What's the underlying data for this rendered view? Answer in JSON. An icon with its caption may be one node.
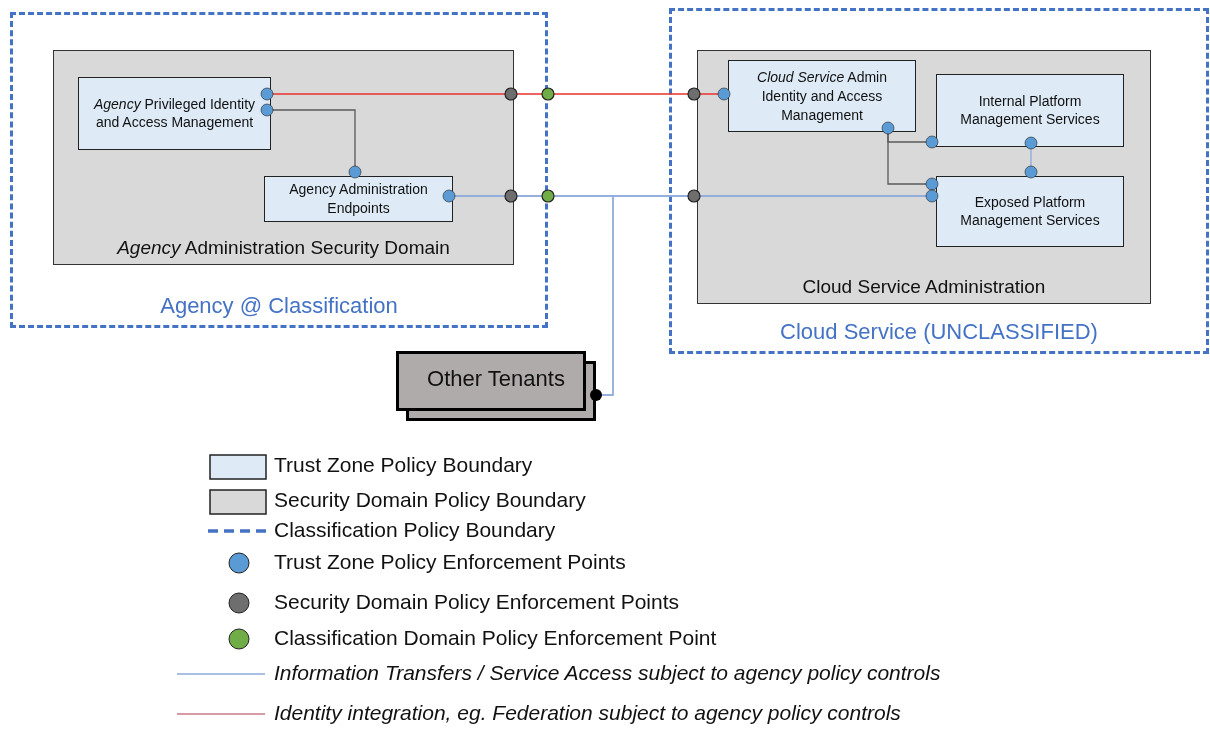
{
  "diagram": {
    "nodes": [
      {
        "text": [
          "Agency @ Classification"
        ]
      },
      {
        "text": [
          "*Agency* Administration Security Domain"
        ],
        "in": 0
      },
      {
        "text": [
          "*Agency* Privileged Identity and Access Management"
        ],
        "in": 1
      },
      {
        "text": [
          "Agency Administration Endpoints"
        ],
        "in": 1
      },
      {
        "text": [
          "Cloud Service (UNCLASSIFIED)"
        ]
      },
      {
        "text": [
          "Cloud Service Administration"
        ],
        "in": 4
      },
      {
        "text": [
          "*Cloud Service* Admin Identity and Access Management"
        ],
        "in": 5
      },
      {
        "text": [
          "Internal Platform Management Services"
        ],
        "in": 5
      },
      {
        "text": [
          "Exposed Platform Management Services"
        ],
        "in": 5
      },
      {
        "text": [
          "Other Tenants"
        ]
      }
    ],
    "edges": [
      {
        "from": 2,
        "to": 6,
        "arrow": "none",
        "color": "#e8302a"
      },
      {
        "from": 2,
        "to": 3,
        "arrow": "none",
        "color": "#595959"
      },
      {
        "from": 3,
        "to": 8,
        "arrow": "none"
      },
      {
        "from": 9,
        "to": 3,
        "arrow": "none"
      },
      {
        "from": 9,
        "to": 8,
        "arrow": "none"
      },
      {
        "from": 6,
        "to": 7,
        "arrow": "none",
        "color": "#595959"
      },
      {
        "from": 6,
        "to": 8,
        "arrow": "none",
        "color": "#595959"
      },
      {
        "from": 7,
        "to": 8,
        "arrow": "none"
      }
    ],
    "legend": [
      {
        "text": "Trust Zone Policy Boundary",
        "color": "#deebf7"
      },
      {
        "text": "Security Domain Policy Boundary",
        "color": "#d9d9d9"
      },
      {
        "text": "Classification Policy Boundary"
      },
      {
        "text": "Trust Zone Policy Enforcement Points",
        "color": "#5b9bd5"
      },
      {
        "text": "Security Domain Policy Enforcement Points",
        "color": "#6e6e6e"
      },
      {
        "text": "Classification Domain Policy Enforcement Point",
        "color": "#70ad47"
      },
      {
        "text": "Information Transfers / Service Access subject to agency policy controls"
      },
      {
        "text": "Identity integration, eg. Federation subject to agency policy controls"
      }
    ]
  }
}
